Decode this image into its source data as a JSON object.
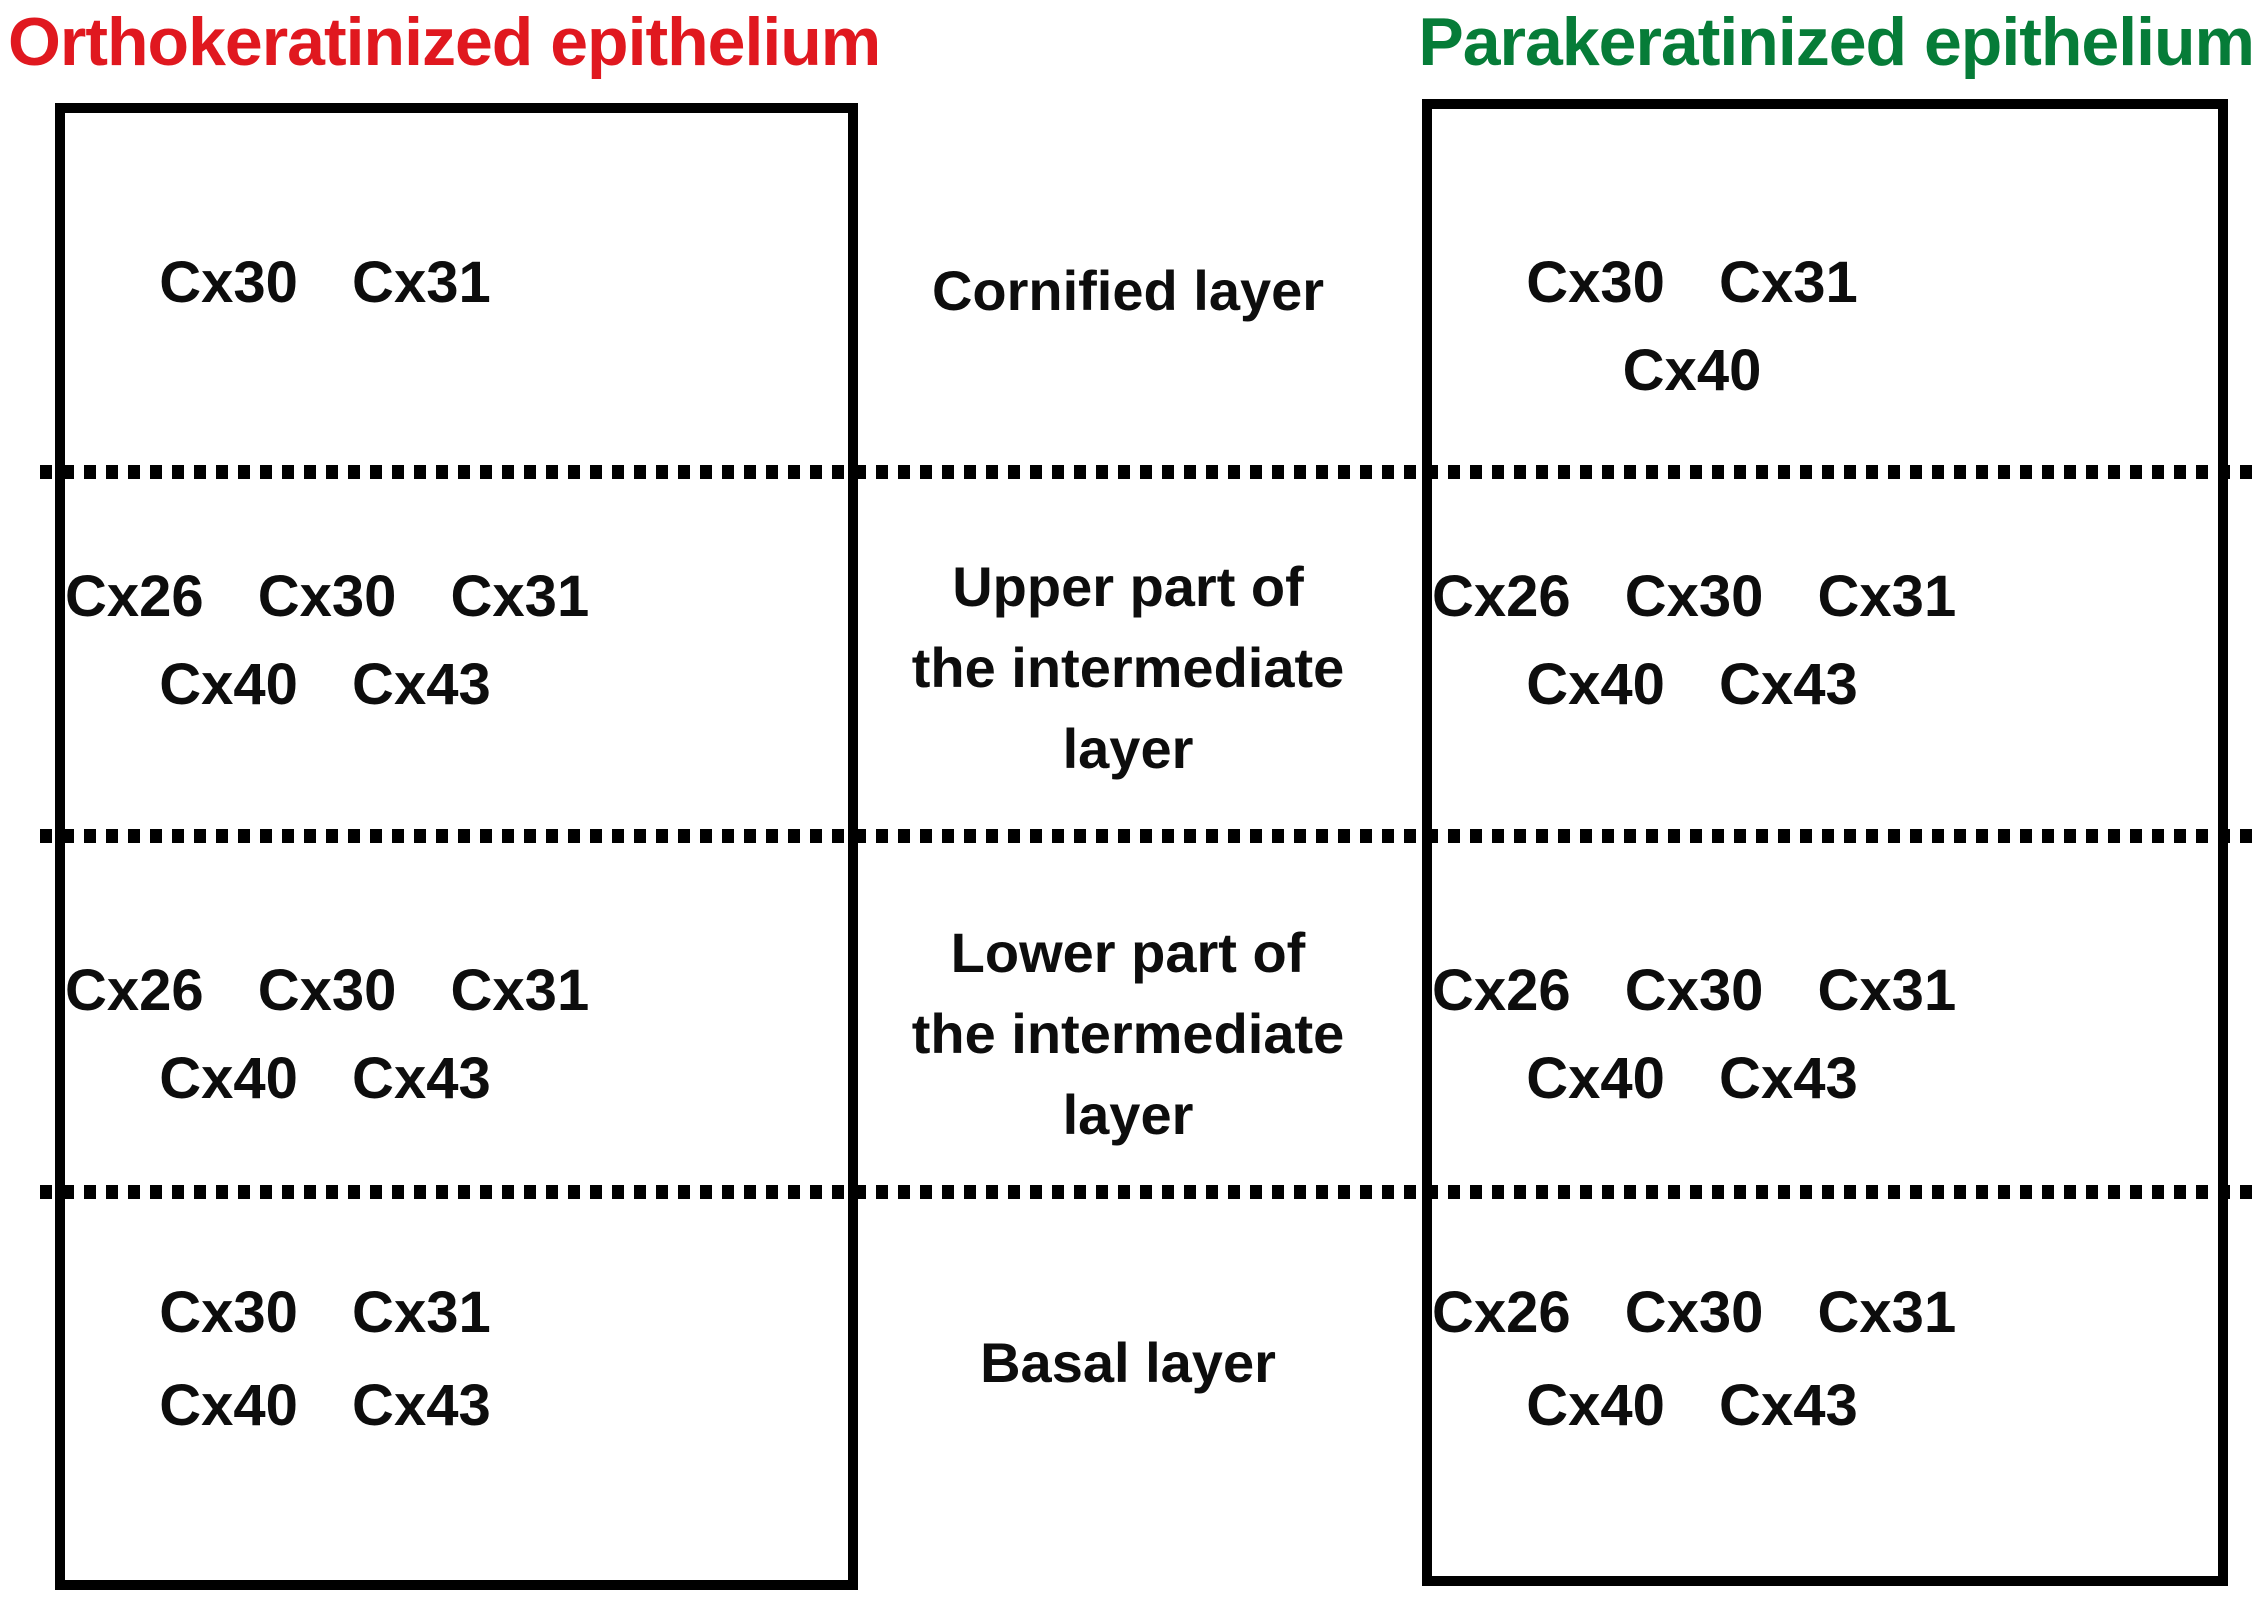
{
  "titles": {
    "left": {
      "text": "Orthokeratinized epithelium",
      "color": "#e0181f"
    },
    "right": {
      "text": "Parakeratinized epithelium",
      "color": "#067c38"
    }
  },
  "colors": {
    "line_and_border": "#000000",
    "body_text": "#0d0d0d",
    "background": "#ffffff"
  },
  "layers": [
    {
      "label_lines": [
        "Cornified layer"
      ],
      "ortho_lines": [
        "Cx30 Cx31"
      ],
      "para_lines": [
        "Cx30 Cx31",
        "Cx40"
      ]
    },
    {
      "label_lines": [
        "Upper part of",
        "the intermediate",
        "layer"
      ],
      "ortho_lines": [
        "Cx26 Cx30 Cx31",
        "Cx40 Cx43"
      ],
      "para_lines": [
        "Cx26 Cx30 Cx31",
        "Cx40 Cx43"
      ]
    },
    {
      "label_lines": [
        "Lower part of",
        "the intermediate",
        "layer"
      ],
      "ortho_lines": [
        "Cx26 Cx30 Cx31",
        "Cx40 Cx43"
      ],
      "para_lines": [
        "Cx26 Cx30 Cx31",
        "Cx40 Cx43"
      ]
    },
    {
      "label_lines": [
        "Basal layer"
      ],
      "ortho_lines": [
        "Cx30 Cx31",
        "Cx40 Cx43"
      ],
      "para_lines": [
        "Cx26 Cx30 Cx31",
        "Cx40 Cx43"
      ]
    }
  ]
}
